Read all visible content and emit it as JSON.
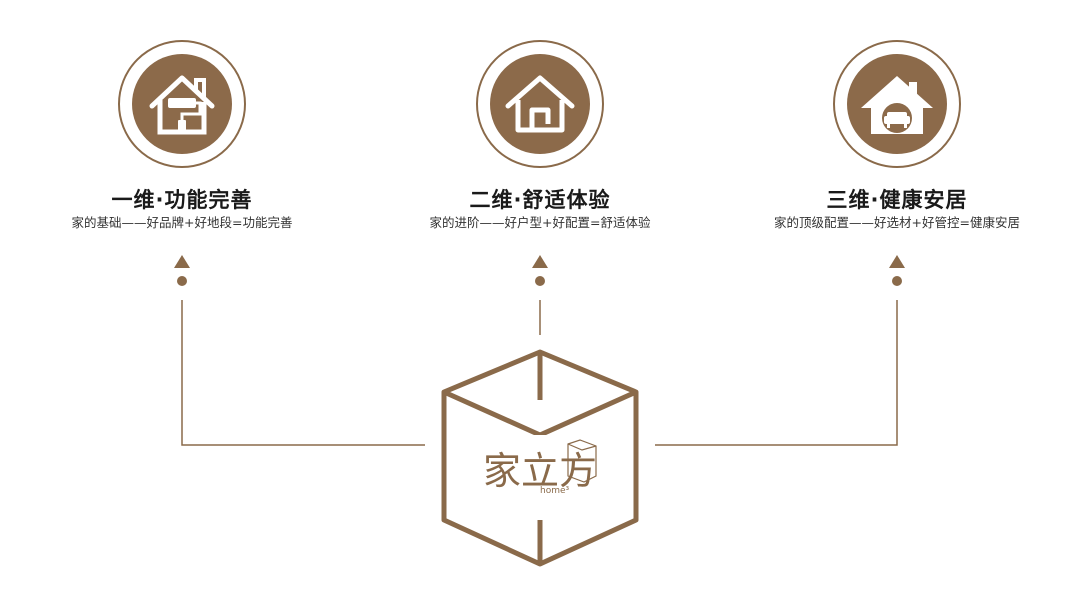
{
  "colors": {
    "brown": "#8c6a4a",
    "line": "#8a6a4a",
    "text": "#1a1a1a"
  },
  "levels": [
    {
      "title": "一维·功能完善",
      "subtitle": "家的基础——好品牌+好地段=功能完善",
      "icon": "house-paint-roller-icon"
    },
    {
      "title": "二维·舒适体验",
      "subtitle": "家的进阶——好户型+好配置=舒适体验",
      "icon": "house-outline-icon"
    },
    {
      "title": "三维·健康安居",
      "subtitle": "家的顶级配置——好选材+好管控=健康安居",
      "icon": "house-sofa-icon"
    }
  ],
  "logo": {
    "text": "家立方",
    "sub": "home³"
  }
}
